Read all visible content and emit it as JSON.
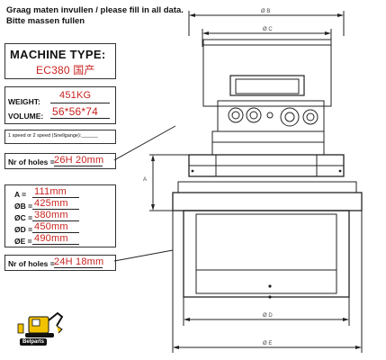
{
  "header": {
    "line1": "Graag maten invullen / please fill in all data.",
    "line2": "Bitte massen fullen"
  },
  "machine": {
    "label": "MACHINE TYPE:",
    "value": "EC380 国产"
  },
  "weight": {
    "label": "WEIGHT:",
    "value": "451KG"
  },
  "volume": {
    "label": "VOLUME:",
    "value": "56*56*74"
  },
  "speed": {
    "label": "1 speed or 2 speed (Snellgange):______"
  },
  "holes1": {
    "label": "Nr of holes =",
    "value": "26H  20mm"
  },
  "dims": [
    {
      "label": "A =",
      "value": "111mm"
    },
    {
      "label": "ØB =",
      "value": "425mm"
    },
    {
      "label": "ØC =",
      "value": "380mm"
    },
    {
      "label": "ØD =",
      "value": "450mm"
    },
    {
      "label": "ØE =",
      "value": "490mm"
    }
  ],
  "holes2": {
    "label": "Nr of holes =",
    "value": "24H 18mm"
  },
  "drawing_labels": {
    "b": "Ø B",
    "c": "Ø C",
    "a": "A",
    "d": "Ø D",
    "e": "Ø E"
  },
  "logo": {
    "text": "Belparts"
  },
  "colors": {
    "handwriting": "#c8231f",
    "line": "#222222"
  }
}
